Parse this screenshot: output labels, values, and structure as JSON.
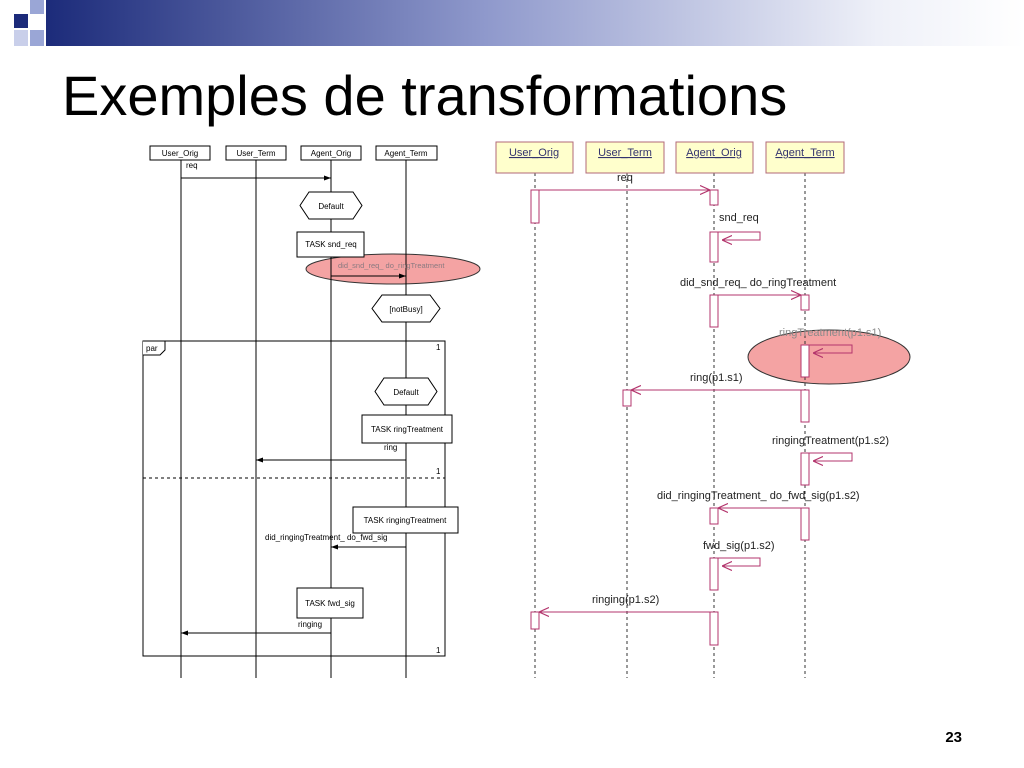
{
  "slide": {
    "title": "Exemples de transformations",
    "page_number": "23"
  },
  "left_diagram": {
    "lifelines": [
      "User_Orig",
      "User_Term",
      "Agent_Orig",
      "Agent_Term"
    ],
    "messages": {
      "req": "req",
      "did_snd_req": "did_snd_req_ do_ringTreatment",
      "ring": "ring",
      "did_ringing": "did_ringingTreatment_ do_fwd_sig",
      "ringing": "ringing"
    },
    "conditions": [
      "Default",
      "[notBusy]",
      "Default"
    ],
    "tasks": [
      "TASK snd_req",
      "TASK ringTreatment",
      "TASK ringingTreatment",
      "TASK fwd_sig"
    ],
    "frame": {
      "operator": "par",
      "operand_marks": [
        "1",
        "1",
        "1"
      ]
    }
  },
  "right_diagram": {
    "lifelines": [
      "User_Orig",
      "User_Term",
      "Agent_Orig",
      "Agent_Term"
    ],
    "messages": [
      "req",
      "snd_req",
      "did_snd_req_ do_ringTreatment",
      "ringTreatment(p1.s1)",
      "ring(p1.s1)",
      "ringingTreatment(p1.s2)",
      "did_ringingTreatment_ do_fwd_sig(p1.s2)",
      "fwd_sig(p1.s2)",
      "ringing(p1.s2)"
    ]
  },
  "colors": {
    "navy": "#1c2b7a",
    "accent_light": "#9aa6d6",
    "lifeline_fill": "#ffffcc",
    "message": "#b3346c",
    "highlight": "#f4a3a3"
  }
}
